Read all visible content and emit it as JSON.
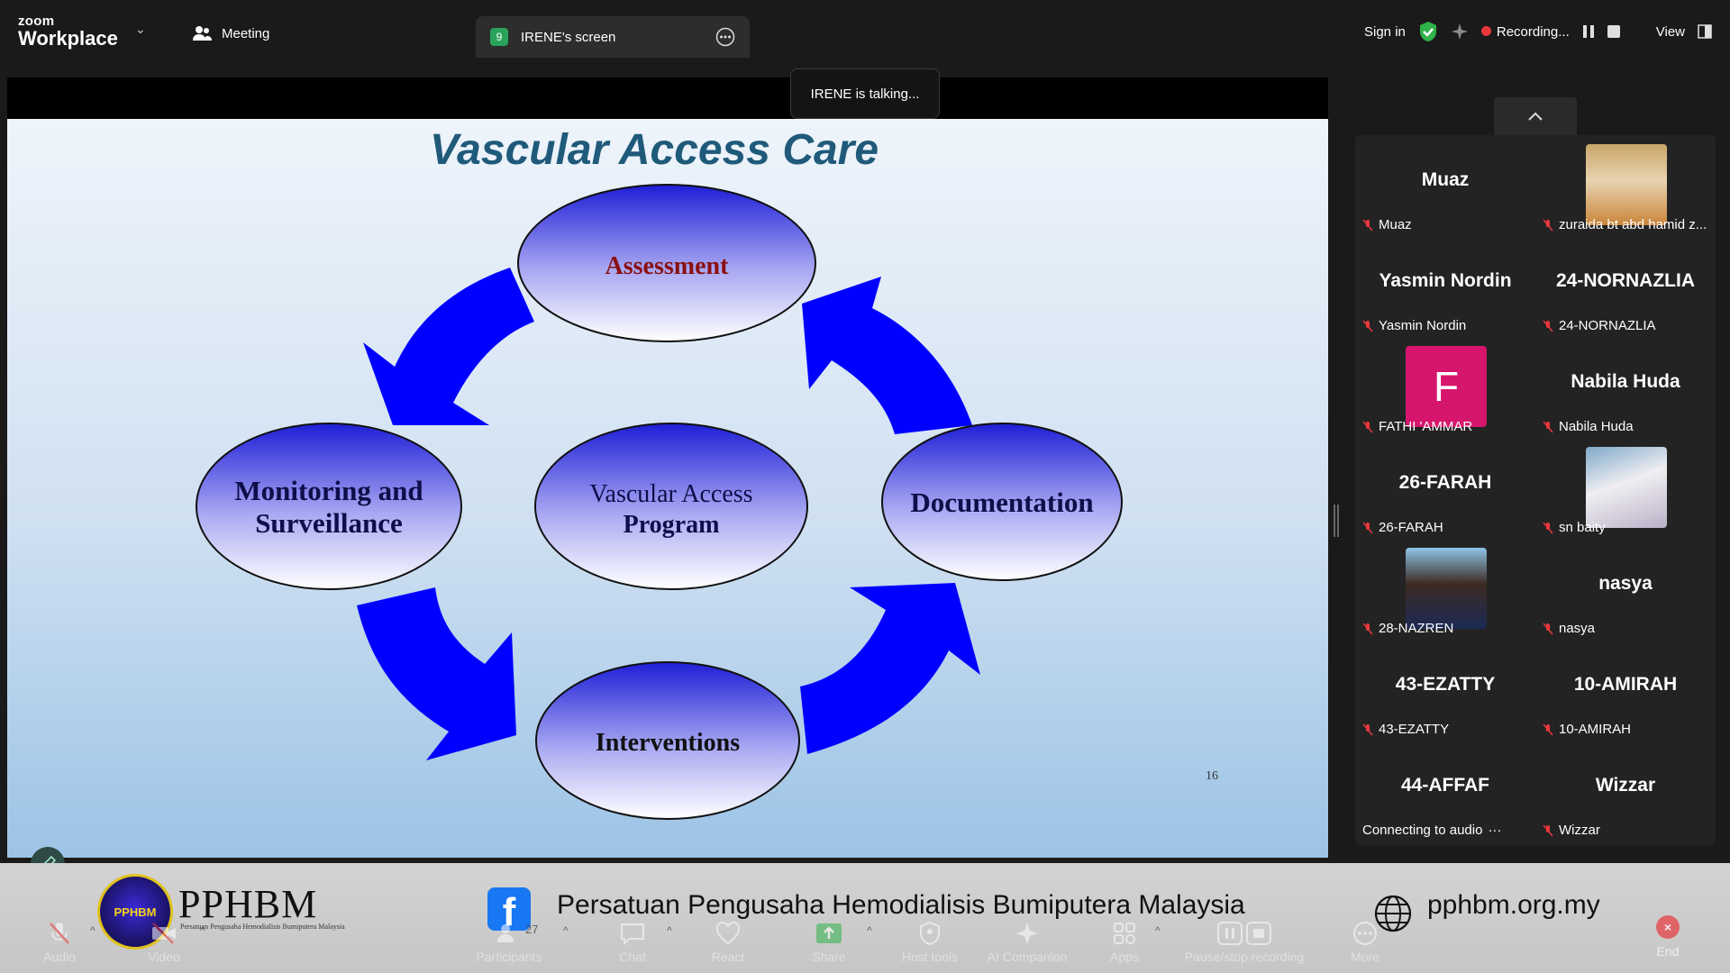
{
  "topbar": {
    "brand_small": "zoom",
    "brand_large": "Workplace",
    "meeting_label": "Meeting",
    "tab_badge": "9",
    "tab_label": "IRENE's screen",
    "sign_in": "Sign in",
    "recording": "Recording...",
    "view": "View"
  },
  "share": {
    "talking": "IRENE is talking..."
  },
  "slide": {
    "title": "Vascular Access Care",
    "center_line1": "Vascular Access",
    "center_line2": "Program",
    "assessment": "Assessment",
    "monitoring_line1": "Monitoring and",
    "monitoring_line2": "Surveillance",
    "documentation": "Documentation",
    "interventions": "Interventions",
    "page_number": "16"
  },
  "gallery": {
    "tiles": [
      {
        "big": "Muaz",
        "label": "Muaz",
        "video": false
      },
      {
        "big": "",
        "label": "zuraida bt abd hamid z...",
        "video": true
      },
      {
        "big": "Yasmin Nordin",
        "label": "Yasmin Nordin",
        "video": false
      },
      {
        "big": "24-NORNAZLIA",
        "label": "24-NORNAZLIA",
        "video": false
      },
      {
        "big": "F",
        "label": "FATHI 'AMMAR",
        "video": false,
        "initial": true
      },
      {
        "big": "Nabila Huda",
        "label": "Nabila Huda",
        "video": false
      },
      {
        "big": "26-FARAH",
        "label": "26-FARAH",
        "video": false
      },
      {
        "big": "",
        "label": "sn baity",
        "video": true
      },
      {
        "big": "",
        "label": "28-NAZREN",
        "video": true
      },
      {
        "big": "nasya",
        "label": "nasya",
        "video": false
      },
      {
        "big": "43-EZATTY",
        "label": "43-EZATTY",
        "video": false
      },
      {
        "big": "10-AMIRAH",
        "label": "10-AMIRAH",
        "video": false
      },
      {
        "big": "44-AFFAF",
        "label": "Connecting to audio",
        "video": false,
        "connecting": true
      },
      {
        "big": "Wizzar",
        "label": "Wizzar",
        "video": false
      }
    ]
  },
  "banner": {
    "logo_text": "PPHBM",
    "name": "PPHBM",
    "sub": "Persatuan Pengusaha Hemodialisis Bumiputera Malaysia",
    "org": "Persatuan Pengusaha Hemodialisis Bumiputera Malaysia",
    "website": "pphbm.org.my"
  },
  "toolbar": {
    "audio": "Audio",
    "video": "Video",
    "participants": "Participants",
    "participants_count": "27",
    "chat": "Chat",
    "react": "React",
    "share": "Share",
    "host_tools": "Host tools",
    "ai": "AI Companion",
    "apps": "Apps",
    "pause": "Pause/stop recording",
    "more": "More",
    "end": "End"
  },
  "colors": {
    "topbar_bg": "#1a1a1a",
    "tab_badge": "#29a35a",
    "recording_dot": "#e8383d",
    "slide_title": "#1f5a7a",
    "arrow_blue": "#0000ff",
    "ellipse_dark": "#2b2bd9",
    "assessment_text": "#8b1010",
    "avatar_initial_bg": "#d6166c"
  }
}
